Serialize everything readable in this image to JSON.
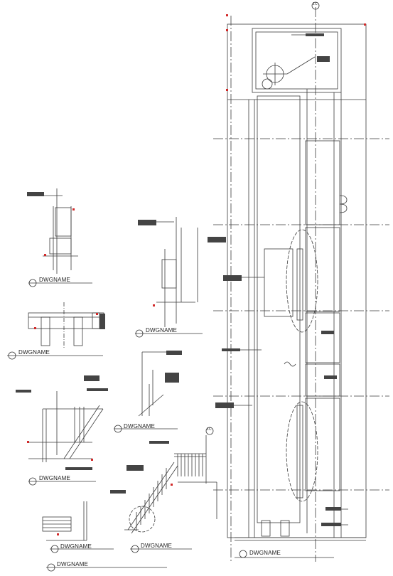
{
  "drawing": {
    "line_color": "#3a3a3a",
    "block_color": "#444444",
    "accent_color": "#d22a2a",
    "labels": [
      "DWGNAME",
      "DWGNAME",
      "DWGNAME",
      "DWGNAME",
      "DWGNAME",
      "DWGNAME",
      "DWGNAME",
      "DWGNAME",
      "DWGNAME"
    ],
    "grid_symbols": [
      "1C",
      "1C"
    ],
    "icons": {
      "section_marker": "circle-section-marker-icon",
      "grid_bubble": "grid-bubble-icon"
    }
  }
}
